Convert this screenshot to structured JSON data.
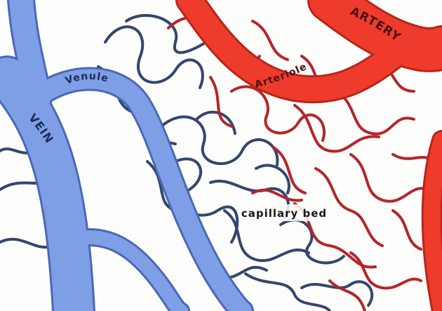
{
  "labels": {
    "artery": "ARTERY",
    "arteriole": "Arteriole",
    "venule": "Venule",
    "vein": "VEIN",
    "capillary_bed": "capillary bed"
  },
  "colors": {
    "artery": "#ee3b2c",
    "artery_dark": "#b8251a",
    "capillary_red": "#b3262c",
    "vein": "#7e9ee6",
    "vein_dark": "#4a68b5",
    "capillary_blue": "#34466f",
    "background": "#fdfdfb"
  }
}
